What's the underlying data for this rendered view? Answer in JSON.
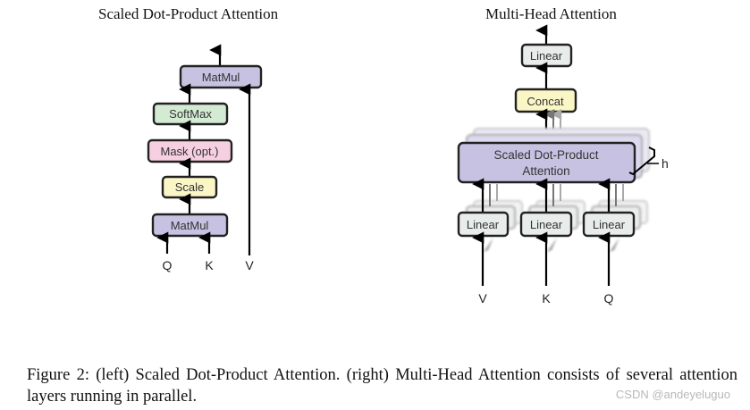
{
  "left": {
    "title": "Scaled Dot-Product Attention",
    "blocks": {
      "matmul_top": "MatMul",
      "softmax": "SoftMax",
      "mask": "Mask (opt.)",
      "scale": "Scale",
      "matmul_bottom": "MatMul"
    },
    "inputs": {
      "q": "Q",
      "k": "K",
      "v": "V"
    }
  },
  "right": {
    "title": "Multi-Head Attention",
    "blocks": {
      "linear_out": "Linear",
      "concat": "Concat",
      "sdpa_line1": "Scaled Dot-Product",
      "sdpa_line2": "Attention",
      "linear_v": "Linear",
      "linear_k": "Linear",
      "linear_q": "Linear"
    },
    "heads_label": "h",
    "inputs": {
      "v": "V",
      "k": "K",
      "q": "Q"
    }
  },
  "colors": {
    "matmul": "#c7c2e2",
    "softmax": "#d3ead3",
    "mask": "#f6cfe0",
    "scale": "#fbf6c6",
    "linear": "#e8ecea",
    "concat": "#fbf6c6",
    "sdpa": "#c7c2e2"
  },
  "caption": "Figure 2: (left) Scaled Dot-Product Attention. (right) Multi-Head Attention consists of several attention layers running in parallel.",
  "watermark": "CSDN @andeyeluguo"
}
